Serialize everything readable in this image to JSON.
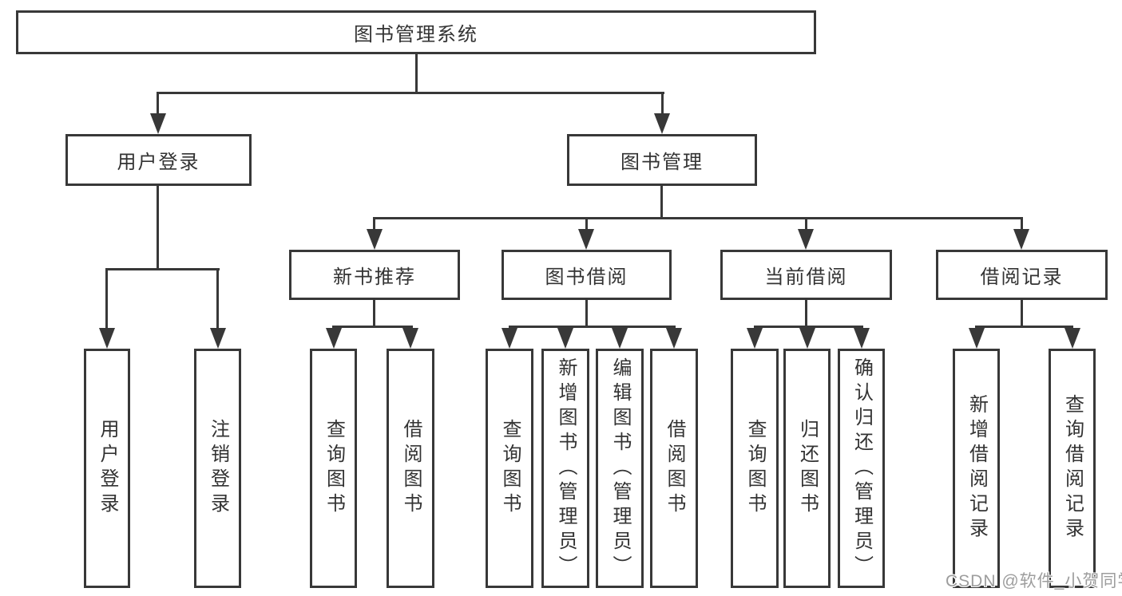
{
  "colors": {
    "line": "#383838",
    "text": "#333333",
    "watermark": "#9d9d9d",
    "box_background": "#ffffff"
  },
  "tree": {
    "root": {
      "label": "图书管理系统"
    },
    "branches": [
      {
        "label": "用户登录",
        "children": [
          {
            "label": "用户登录"
          },
          {
            "label": "注销登录"
          }
        ]
      },
      {
        "label": "图书管理",
        "children": [
          {
            "label": "新书推荐",
            "children": [
              {
                "label": "查询图书"
              },
              {
                "label": "借阅图书"
              }
            ]
          },
          {
            "label": "图书借阅",
            "children": [
              {
                "label": "查询图书"
              },
              {
                "label": "新增图书（管理员）"
              },
              {
                "label": "编辑图书（管理员）"
              },
              {
                "label": "借阅图书"
              }
            ]
          },
          {
            "label": "当前借阅",
            "children": [
              {
                "label": "查询图书"
              },
              {
                "label": "归还图书"
              },
              {
                "label": "确认归还（管理员）"
              }
            ]
          },
          {
            "label": "借阅记录",
            "children": [
              {
                "label": "新增借阅记录"
              },
              {
                "label": "查询借阅记录"
              }
            ]
          }
        ]
      }
    ]
  },
  "watermark": {
    "text": "CSDN @软件_小贺同学"
  }
}
